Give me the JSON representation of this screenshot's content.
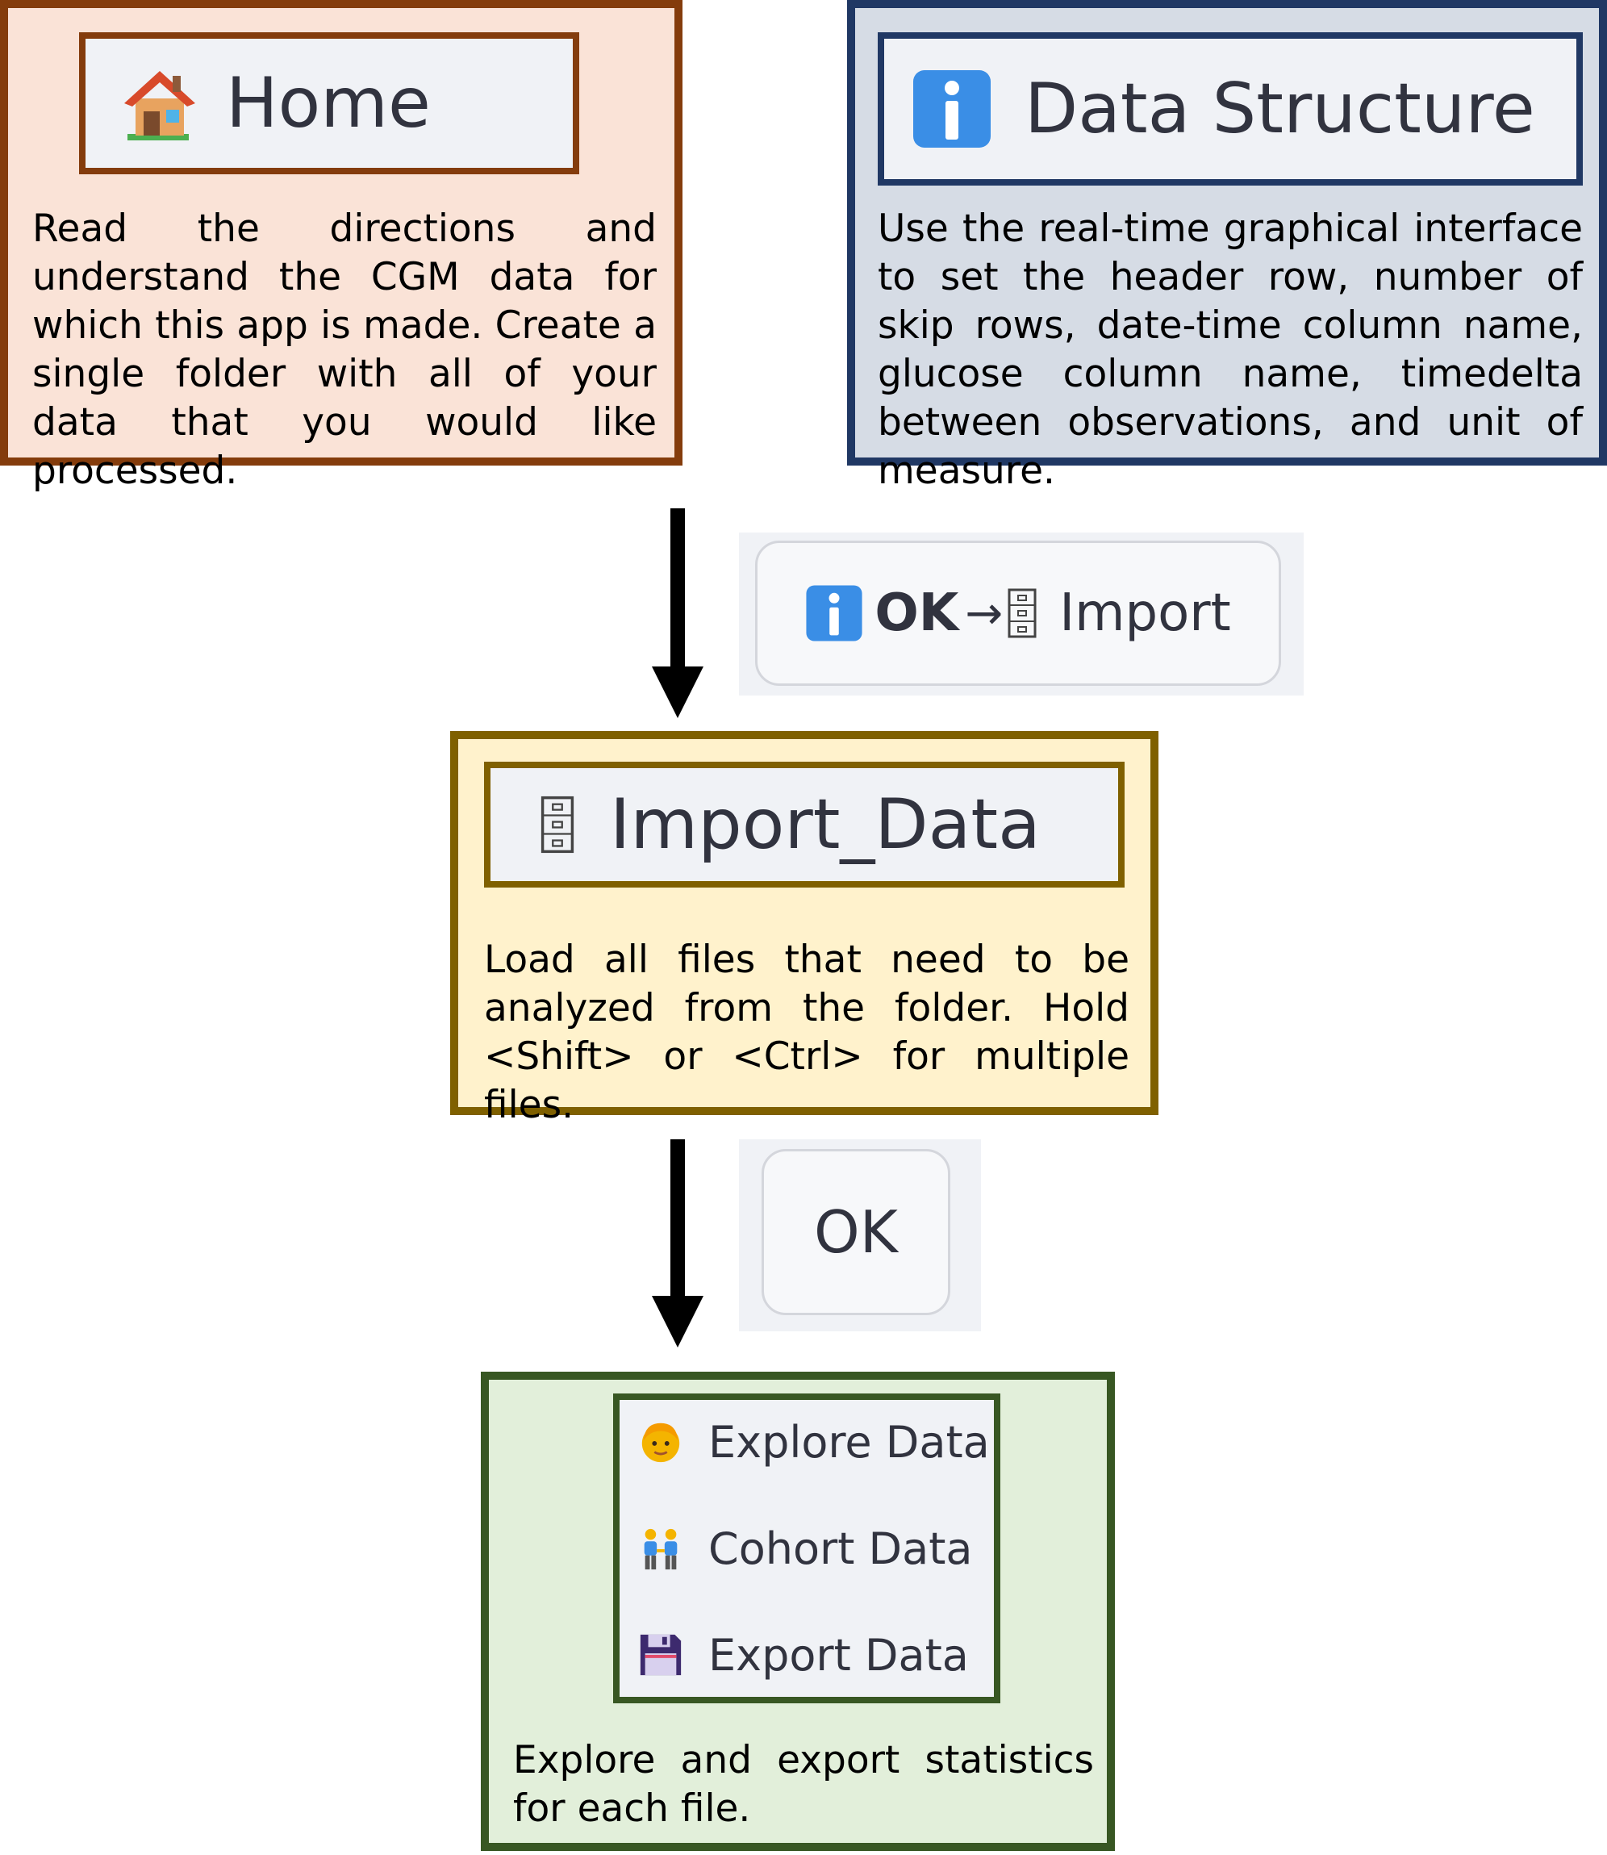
{
  "colors": {
    "home_border": "#843c0c",
    "home_fill": "#fae3d7",
    "structure_border": "#203864",
    "structure_fill": "#d6dce5",
    "import_border": "#7f6000",
    "import_fill": "#fff2cc",
    "explore_border": "#385723",
    "explore_fill": "#e2efda",
    "button_fill": "#f0f2f6",
    "button_text": "#31333f"
  },
  "home": {
    "icon": "house-icon",
    "title": "Home",
    "description": "Read the directions and understand the CGM data for which this app is made. Create a single folder with all of your data that you would like processed."
  },
  "data_structure": {
    "icon": "info-icon",
    "title": "Data Structure",
    "description": "Use the real-time graphical interface to set the header row, number of skip rows, date-time column name, glucose column name, timedelta between observations, and unit of measure."
  },
  "step1_button": {
    "icon_info": "info-icon",
    "ok_label": "OK",
    "arrow": "→",
    "icon_cabinet": "file-cabinet-icon",
    "import_label": "Import"
  },
  "import_data": {
    "icon": "file-cabinet-icon",
    "title": "Import_Data",
    "description": "Load all files that need to be analyzed from the folder. Hold <Shift> or <Ctrl> for multiple files."
  },
  "step2_button": {
    "ok_label": "OK"
  },
  "explore": {
    "menu": [
      {
        "icon": "face-icon",
        "label": "Explore Data"
      },
      {
        "icon": "people-holding-hands-icon",
        "label": "Cohort Data"
      },
      {
        "icon": "floppy-disk-icon",
        "label": "Export Data"
      }
    ],
    "description": "Explore and export statistics for each file."
  }
}
